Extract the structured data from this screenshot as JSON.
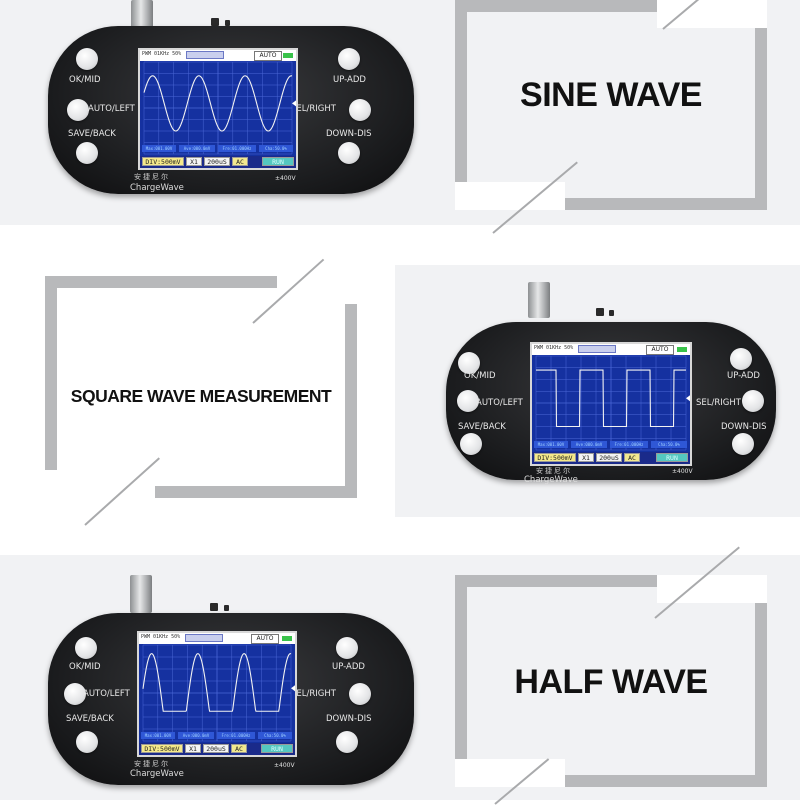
{
  "panels": [
    {
      "label": "SINE WAVE",
      "wave": "sine",
      "device": {
        "buttons_left": [
          "OK/MID",
          "AUTO/LEFT",
          "SAVE/BACK"
        ],
        "buttons_right": [
          "UP-ADD",
          "SEL/RIGHT",
          "DOWN-DIS"
        ],
        "pwm": "PWM 01KHz 50%",
        "trigger_mode": "AUTO",
        "measurements": [
          "Max:001.00V",
          "Ave:000.0mV",
          "Fre:01.000Hz",
          "Cha:50.0%"
        ],
        "div": "DIV:500mV",
        "probe": "X1",
        "timebase": "200uS",
        "coupling": "AC",
        "state": "RUN",
        "chinese_name": "安捷尼尔",
        "brand": "ChargeWave",
        "voltage": "±400V"
      }
    },
    {
      "label": "SQUARE WAVE MEASUREMENT",
      "wave": "square",
      "device": {
        "buttons_left": [
          "OK/MID",
          "AUTO/LEFT",
          "SAVE/BACK"
        ],
        "buttons_right": [
          "UP-ADD",
          "SEL/RIGHT",
          "DOWN-DIS"
        ],
        "pwm": "PWM 01KHz 50%",
        "trigger_mode": "AUTO",
        "measurements": [
          "Max:001.00V",
          "Ave:000.0mV",
          "Fre:01.000Hz",
          "Cha:50.0%"
        ],
        "div": "DIV:500mV",
        "probe": "X1",
        "timebase": "200uS",
        "coupling": "AC",
        "state": "RUN",
        "chinese_name": "安捷尼尔",
        "brand": "ChargeWave",
        "voltage": "±400V"
      }
    },
    {
      "label": "HALF WAVE",
      "wave": "half",
      "device": {
        "buttons_left": [
          "OK/MID",
          "AUTO/LEFT",
          "SAVE/BACK"
        ],
        "buttons_right": [
          "UP-ADD",
          "SEL/RIGHT",
          "DOWN-DIS"
        ],
        "pwm": "PWM 01KHz 50%",
        "trigger_mode": "AUTO",
        "measurements": [
          "Max:001.00V",
          "Ave:000.0mV",
          "Fre:01.000Hz",
          "Cha:50.0%"
        ],
        "div": "DIV:500mV",
        "probe": "X1",
        "timebase": "200uS",
        "coupling": "AC",
        "state": "RUN",
        "chinese_name": "安捷尼尔",
        "brand": "ChargeWave",
        "voltage": "±400V"
      }
    }
  ],
  "colors": {
    "frame": "#b8b9bb",
    "screen": "#1531a0",
    "grid": "#4a67d6",
    "trace": "#f2f2f2",
    "band": "#f1f2f4"
  }
}
